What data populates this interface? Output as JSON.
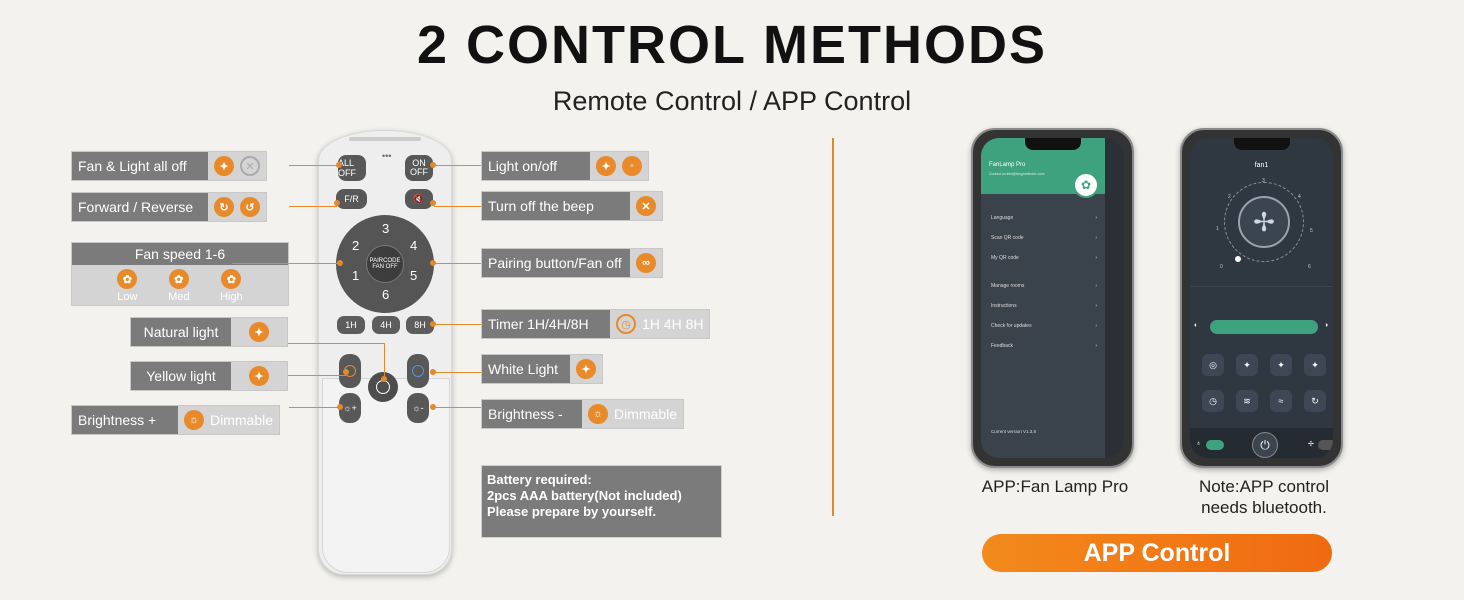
{
  "title": "2 CONTROL METHODS",
  "subtitle": "Remote Control / APP Control",
  "labels": {
    "fan_light_all_off": "Fan & Light all off",
    "forward_reverse": "Forward / Reverse",
    "fan_speed": "Fan speed 1-6",
    "speed_low": "Low",
    "speed_med": "Med",
    "speed_high": "High",
    "natural_light": "Natural light",
    "yellow_light": "Yellow light",
    "brightness_plus": "Brightness +",
    "dimmable_left": "Dimmable",
    "light_on_off": "Light on/off",
    "turn_off_beep": "Turn off the beep",
    "pairing_button": "Pairing button/Fan off",
    "timer": "Timer 1H/4H/8H",
    "timer_values": "1H 4H 8H",
    "white_light": "White Light",
    "brightness_minus": "Brightness -",
    "dimmable_right": "Dimmable"
  },
  "battery": {
    "line1": "Battery required:",
    "line2": "2pcs AAA battery(Not included)",
    "line3": "Please prepare by yourself."
  },
  "remote": {
    "all_off": "ALL OFF",
    "on_off": "ON OFF",
    "fr": "F/R",
    "center": "PAIRCODE FAN OFF",
    "speeds": [
      "1",
      "2",
      "3",
      "4",
      "5",
      "6"
    ],
    "timers": [
      "1H",
      "4H",
      "8H"
    ]
  },
  "app_phone": {
    "app_name": "FanLamp Pro",
    "contact": "Contact us:info@fangruelectric.com",
    "menu": [
      "Language",
      "Scan QR code",
      "My QR code",
      "Manage rooms",
      "Instructions",
      "Check for updates",
      "Feedback"
    ],
    "version": "Current version V1.3.8"
  },
  "control_phone": {
    "device": "fan1",
    "dial_ticks": [
      "0",
      "1",
      "2",
      "3",
      "4",
      "5",
      "6"
    ]
  },
  "captions": {
    "app_name": "APP:Fan Lamp Pro",
    "note_line1": "Note:APP control",
    "note_line2": "needs bluetooth."
  },
  "app_control_label": "APP Control",
  "colors": {
    "accent": "#e88a2a",
    "label_bg": "#7b7b7b",
    "app_green": "#3fa27f"
  }
}
